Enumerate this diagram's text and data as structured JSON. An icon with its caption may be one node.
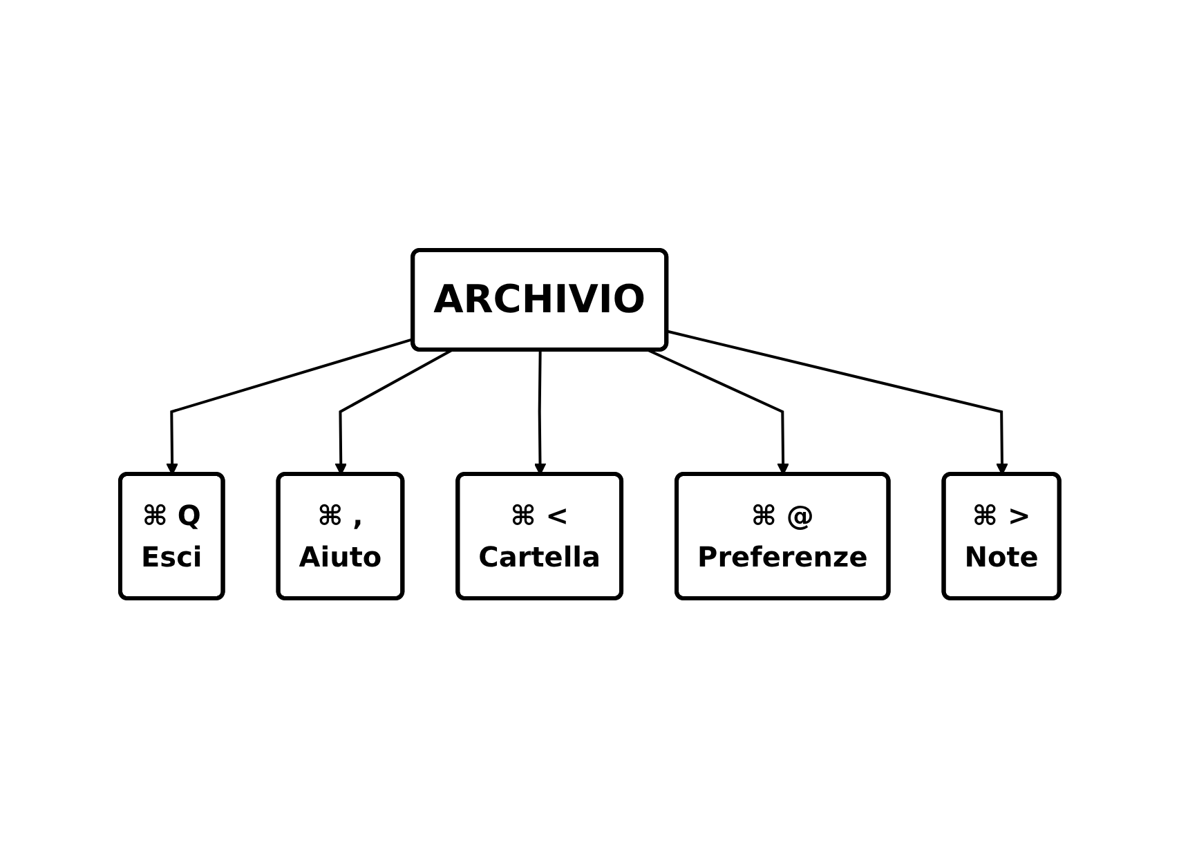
{
  "diagram": {
    "nodes": [
      {
        "text": [
          "⌘ Q",
          "Esci"
        ]
      },
      {
        "text": [
          "⌘ ,",
          "Aiuto"
        ]
      },
      {
        "text": [
          "⌘ <",
          "Cartella"
        ]
      },
      {
        "text": [
          "ARCHIVIO"
        ]
      },
      {
        "text": [
          "⌘ @",
          "Preferenze"
        ]
      },
      {
        "text": [
          "⌘ >",
          "Note"
        ]
      }
    ],
    "edges": [
      {
        "from": 3,
        "to": 0,
        "arrow": "to"
      },
      {
        "from": 3,
        "to": 1,
        "arrow": "to"
      },
      {
        "from": 3,
        "to": 2,
        "arrow": "to"
      },
      {
        "from": 3,
        "to": 4,
        "arrow": "to"
      },
      {
        "from": 3,
        "to": 5,
        "arrow": "to"
      }
    ]
  }
}
